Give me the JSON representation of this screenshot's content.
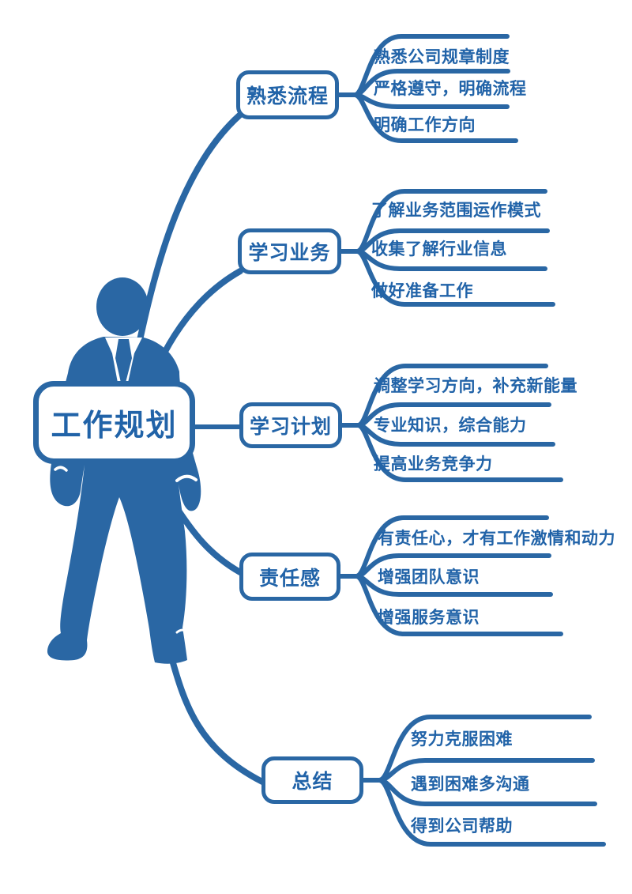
{
  "colors": {
    "primary": "#2a67a4",
    "text": "#2163a8",
    "background": "#ffffff"
  },
  "figure": {
    "icon": "businessman-silhouette"
  },
  "central": {
    "label": "工作规划"
  },
  "branches": [
    {
      "label": "熟悉流程",
      "children": [
        "熟悉公司规章制度",
        "严格遵守，明确流程",
        "明确工作方向"
      ]
    },
    {
      "label": "学习业务",
      "children": [
        "了解业务范围运作模式",
        "收集了解行业信息",
        "做好准备工作"
      ]
    },
    {
      "label": "学习计划",
      "children": [
        "调整学习方向，补充新能量",
        "专业知识，综合能力",
        "提高业务竞争力"
      ]
    },
    {
      "label": "责任感",
      "children": [
        "有责任心，才有工作激情和动力",
        "增强团队意识",
        "增强服务意识"
      ]
    },
    {
      "label": "总结",
      "children": [
        "努力克服困难",
        "遇到困难多沟通",
        "得到公司帮助"
      ]
    }
  ]
}
